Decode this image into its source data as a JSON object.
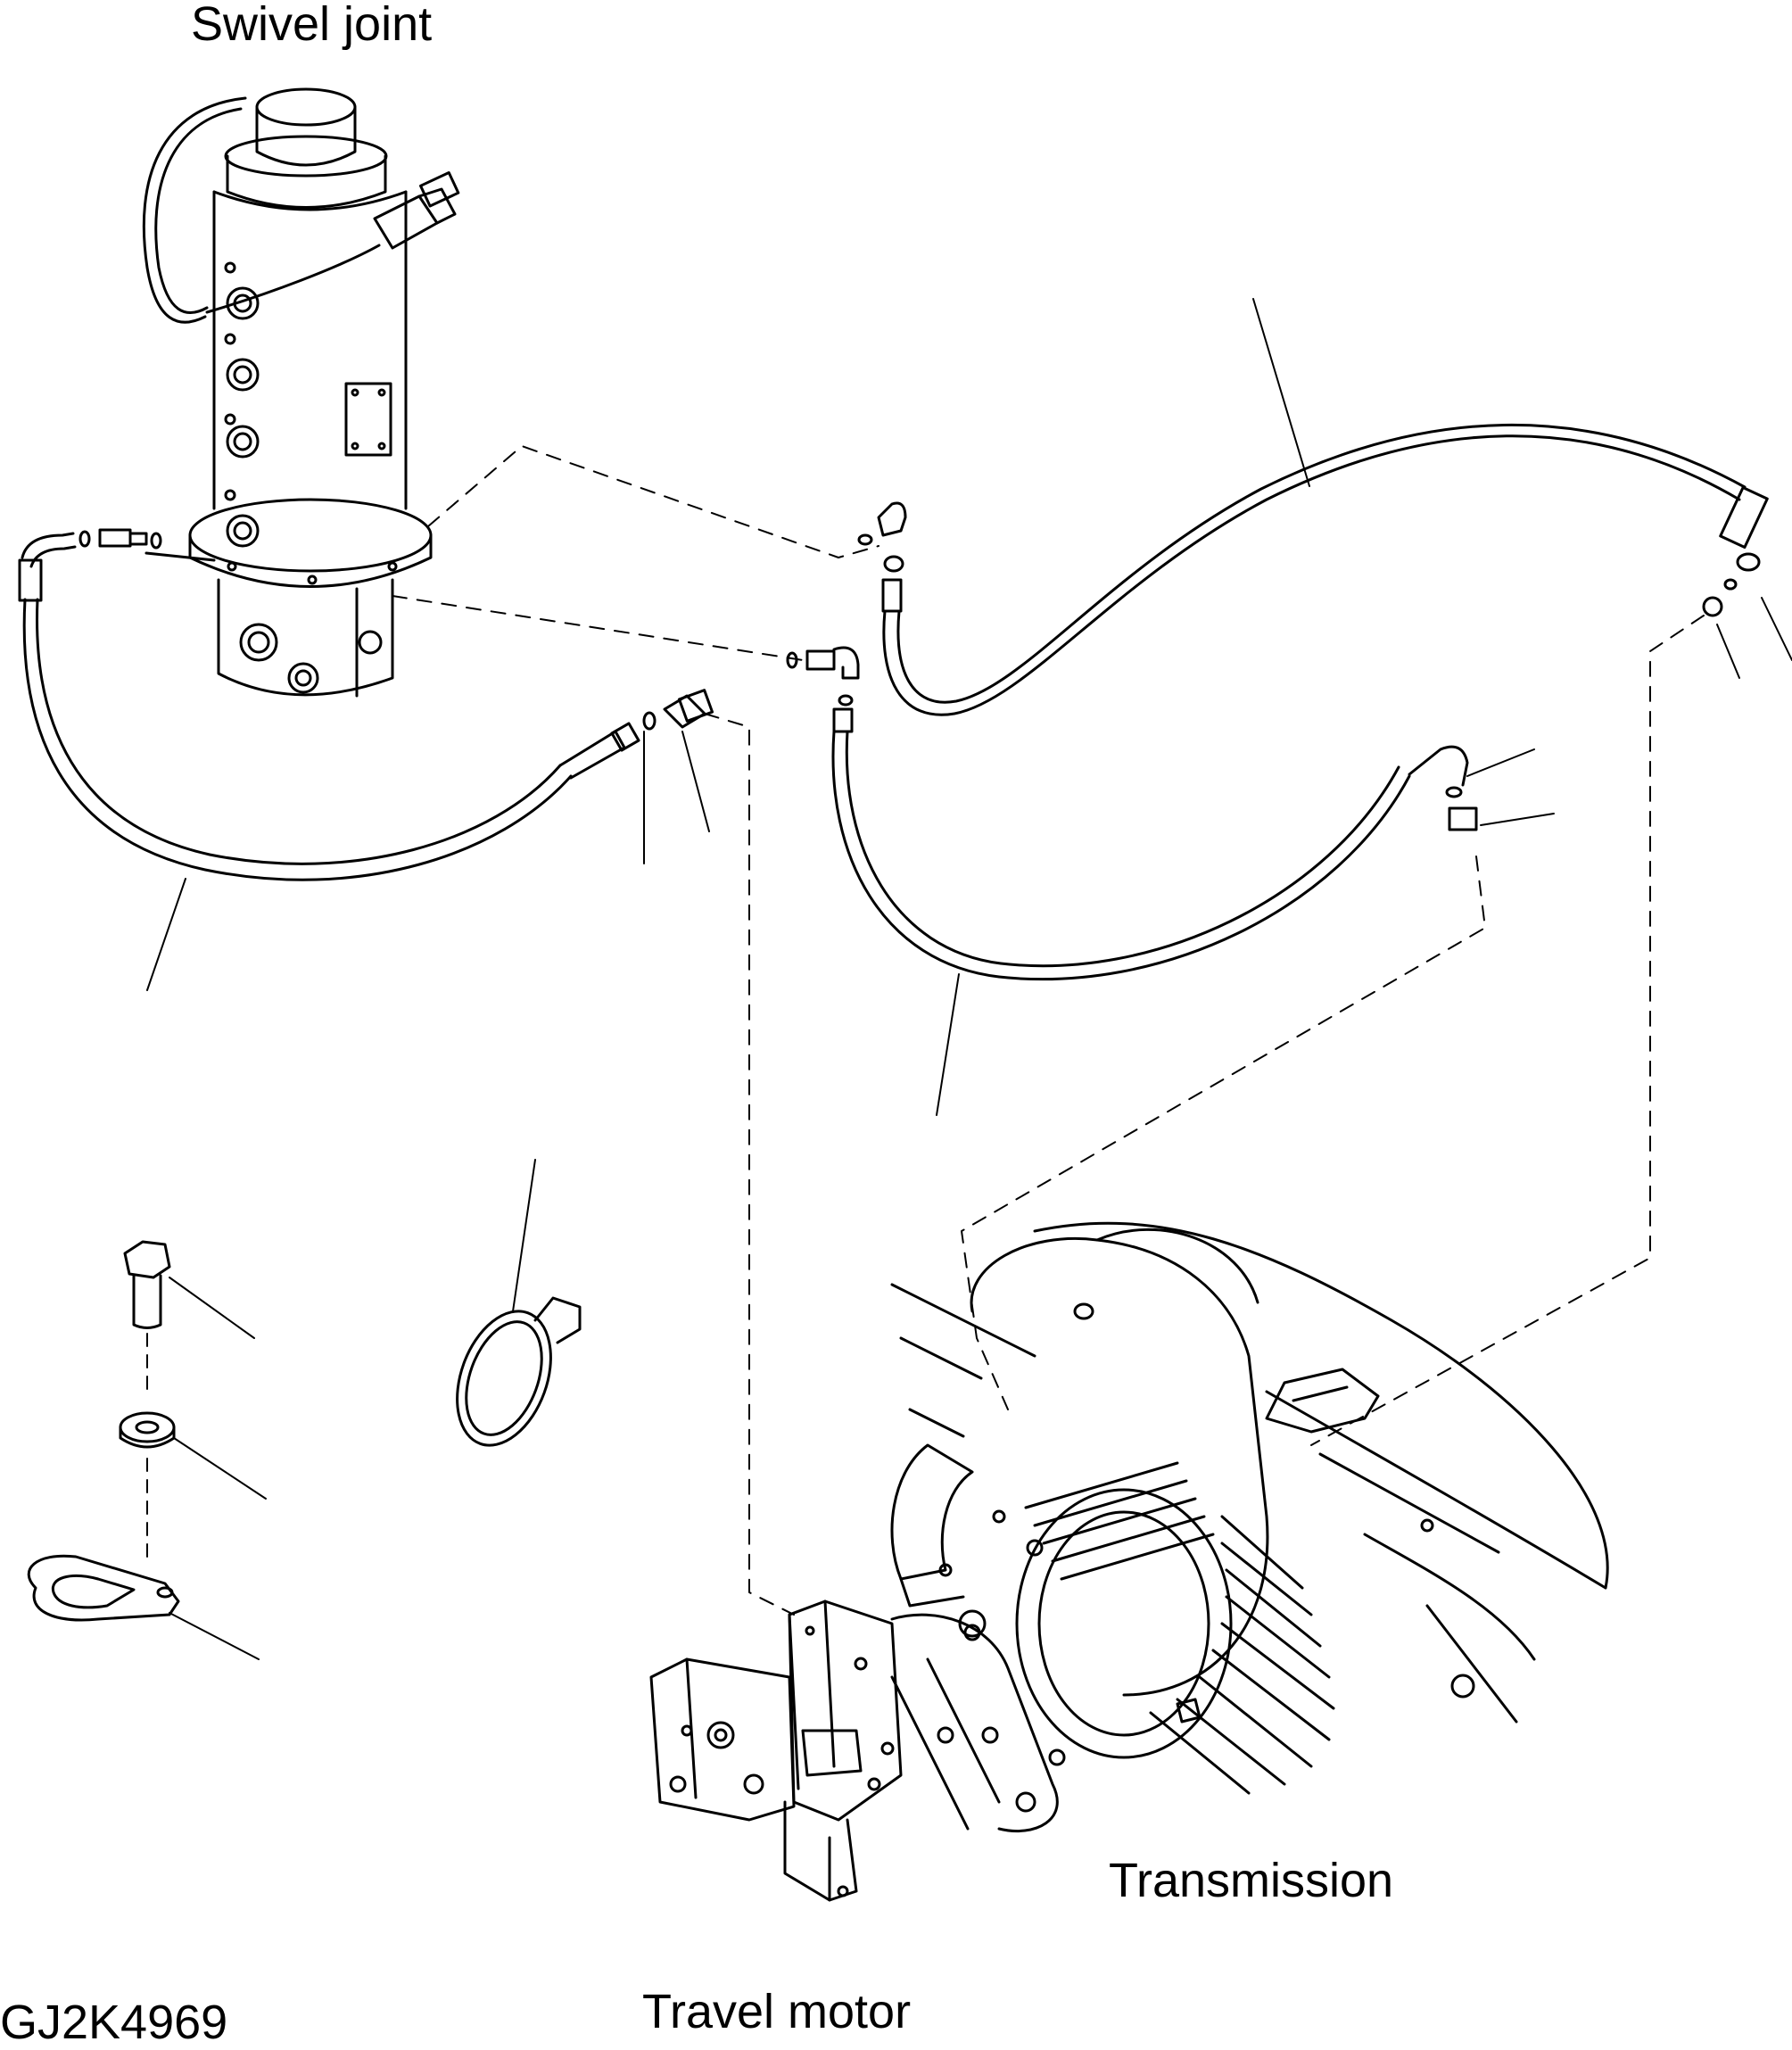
{
  "labels": {
    "swivel_joint": "Swivel joint",
    "transmission": "Transmission",
    "travel_motor": "Travel motor",
    "drawing_id": "GJ2K4969"
  },
  "colors": {
    "ink": "#000000",
    "background": "#ffffff"
  }
}
